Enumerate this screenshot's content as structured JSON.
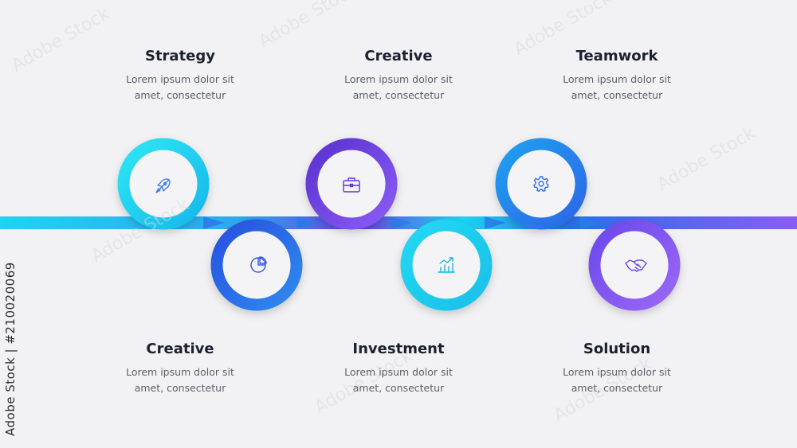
{
  "steps": [
    {
      "title": "Strategy",
      "desc1": "Lorem ipsum dolor sit",
      "desc2": "amet, consectetur",
      "icon": "rocket-icon",
      "color": "#1ed4f0"
    },
    {
      "title": "Creative",
      "desc1": "Lorem ipsum dolor sit",
      "desc2": "amet, consectetur",
      "icon": "pie-chart-icon",
      "color": "#2e63e8"
    },
    {
      "title": "Creative",
      "desc1": "Lorem ipsum dolor sit",
      "desc2": "amet, consectetur",
      "icon": "briefcase-icon",
      "color": "#6a3fe0"
    },
    {
      "title": "Investment",
      "desc1": "Lorem ipsum dolor sit",
      "desc2": "amet, consectetur",
      "icon": "growth-chart-icon",
      "color": "#1ed4f0"
    },
    {
      "title": "Teamwork",
      "desc1": "Lorem ipsum dolor sit",
      "desc2": "amet, consectetur",
      "icon": "gear-icon",
      "color": "#1e8df0"
    },
    {
      "title": "Solution",
      "desc1": "Lorem ipsum dolor sit",
      "desc2": "amet, consectetur",
      "icon": "handshake-icon",
      "color": "#7a4ff0"
    }
  ],
  "colors": {
    "cyan": "#1ed4f0",
    "blue": "#2e63e8",
    "purple": "#6a3fe0",
    "violet": "#8a5cf5",
    "icon": "#4a63d8"
  },
  "watermark": {
    "vertical_id": "Adobe Stock | #210020069",
    "logo": "Adobe Stock"
  }
}
